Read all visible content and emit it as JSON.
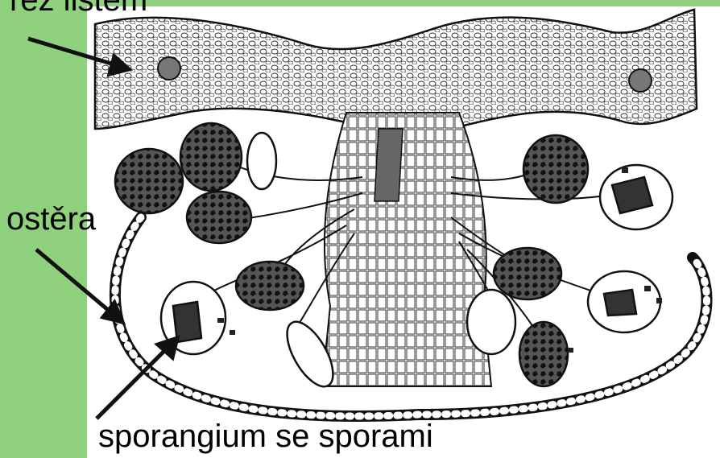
{
  "labels": {
    "leaf_cross_section": "řez listem",
    "indusium": "ostěra",
    "sporangium": "sporangium se sporami"
  },
  "colors": {
    "accent_green": "#8fd17d",
    "ink": "#111111",
    "sporangium_fill": "#2a2a2a"
  }
}
